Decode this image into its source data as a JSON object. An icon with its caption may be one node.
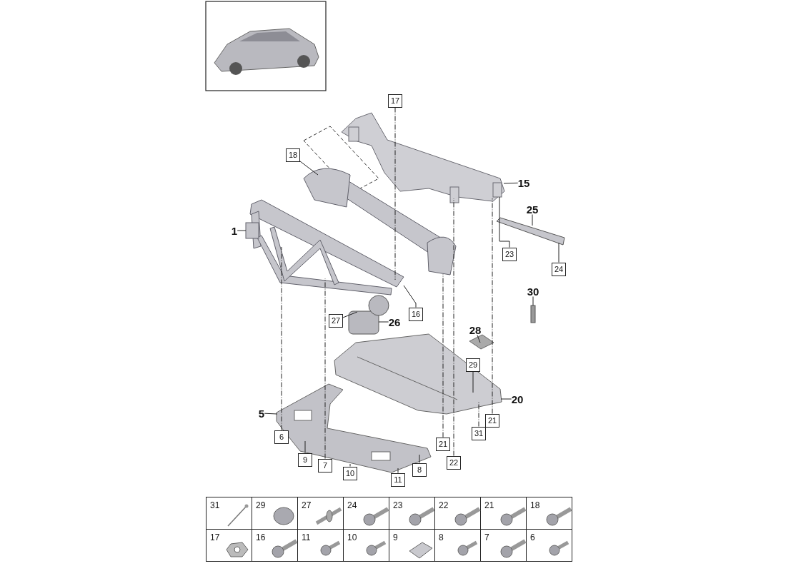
{
  "diagram": {
    "nodes": [
      {
        "text": [
          "17"
        ]
      },
      {
        "text": [
          "18"
        ]
      },
      {
        "text": [
          "15"
        ]
      },
      {
        "text": [
          "25"
        ]
      },
      {
        "text": [
          "1"
        ]
      },
      {
        "text": [
          "23"
        ]
      },
      {
        "text": [
          "24"
        ]
      },
      {
        "text": [
          "30"
        ]
      },
      {
        "text": [
          "16"
        ]
      },
      {
        "text": [
          "27"
        ]
      },
      {
        "text": [
          "26"
        ]
      },
      {
        "text": [
          "28"
        ]
      },
      {
        "text": [
          "29"
        ]
      },
      {
        "text": [
          "20"
        ]
      },
      {
        "text": [
          "5"
        ]
      },
      {
        "text": [
          "21"
        ]
      },
      {
        "text": [
          "31"
        ]
      },
      {
        "text": [
          "6"
        ]
      },
      {
        "text": [
          "21"
        ]
      },
      {
        "text": [
          "9"
        ]
      },
      {
        "text": [
          "22"
        ]
      },
      {
        "text": [
          "7"
        ]
      },
      {
        "text": [
          "8"
        ]
      },
      {
        "text": [
          "10"
        ]
      },
      {
        "text": [
          "11"
        ]
      },
      {
        "text": [],
        "shape": "picture"
      },
      {
        "text": [],
        "shape": "picture"
      },
      {
        "text": [],
        "shape": "picture"
      },
      {
        "text": [],
        "shape": "picture"
      },
      {
        "text": [],
        "shape": "bar"
      },
      {
        "text": [],
        "shape": "picture"
      },
      {
        "text": [],
        "shape": "picture"
      },
      {
        "text": [],
        "shape": "picture"
      }
    ],
    "edges": [
      {
        "from": 0,
        "to": 26,
        "arrow": "none",
        "style": "dashed"
      },
      {
        "from": 1,
        "to": 26,
        "arrow": "none"
      },
      {
        "from": 2,
        "to": 25,
        "arrow": "none"
      },
      {
        "from": 3,
        "to": 28,
        "arrow": "none"
      },
      {
        "from": 4,
        "to": 26,
        "arrow": "none"
      },
      {
        "from": 5,
        "to": 25,
        "arrow": "none"
      },
      {
        "from": 6,
        "to": 28,
        "arrow": "none"
      },
      {
        "from": 7,
        "to": 29,
        "arrow": "none"
      },
      {
        "from": 8,
        "to": 26,
        "arrow": "none"
      },
      {
        "from": 9,
        "to": 27,
        "arrow": "none"
      },
      {
        "from": 10,
        "to": 27,
        "arrow": "none"
      },
      {
        "from": 11,
        "to": 30,
        "arrow": "none"
      },
      {
        "from": 12,
        "to": 31,
        "arrow": "none"
      },
      {
        "from": 13,
        "to": 31,
        "arrow": "none"
      },
      {
        "from": 14,
        "to": 32,
        "arrow": "none"
      },
      {
        "from": 15,
        "to": 25,
        "arrow": "none",
        "style": "dashed"
      },
      {
        "from": 16,
        "to": 31,
        "arrow": "none",
        "style": "dashed"
      },
      {
        "from": 17,
        "to": 26,
        "arrow": "none",
        "style": "dashed"
      },
      {
        "from": 18,
        "to": 26,
        "arrow": "none",
        "style": "dashed"
      },
      {
        "from": 19,
        "to": 32,
        "arrow": "none"
      },
      {
        "from": 20,
        "to": 25,
        "arrow": "none",
        "style": "dashed"
      },
      {
        "from": 21,
        "to": 26,
        "arrow": "none",
        "style": "dashed"
      },
      {
        "from": 22,
        "to": 32,
        "arrow": "none"
      },
      {
        "from": 23,
        "to": 32,
        "arrow": "none"
      },
      {
        "from": 24,
        "to": 32,
        "arrow": "none"
      }
    ],
    "labels": [
      "31",
      "29",
      "27",
      "24",
      "23",
      "22",
      "21",
      "18",
      "17",
      "16",
      "11",
      "10",
      "9",
      "8",
      "7",
      "6"
    ]
  }
}
